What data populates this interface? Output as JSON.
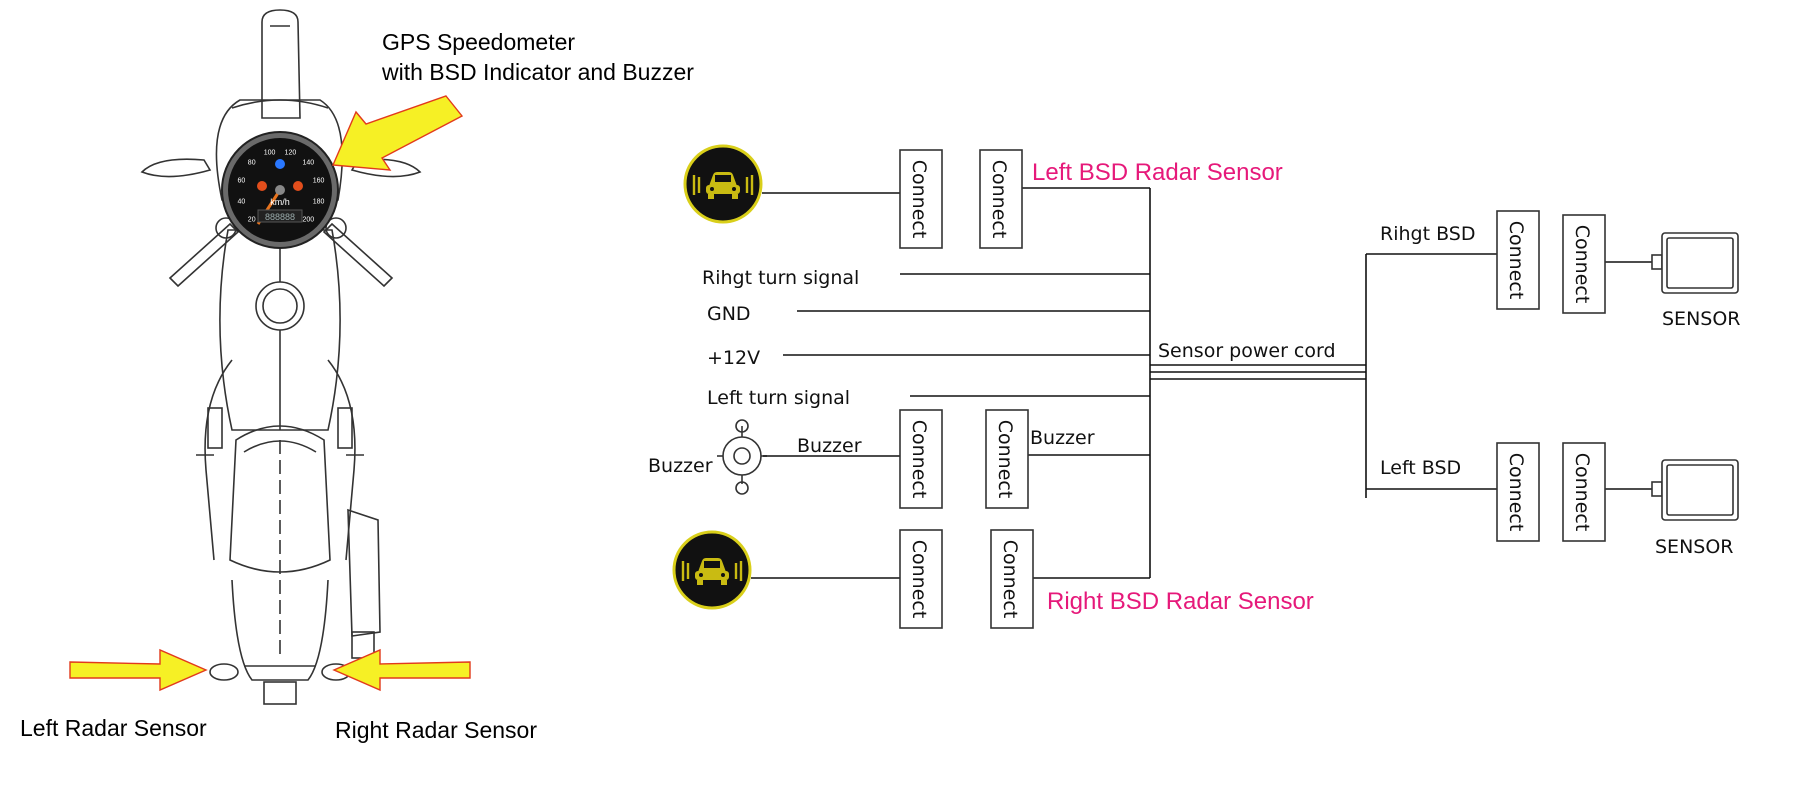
{
  "callouts": {
    "speedometer_line1": "GPS Speedometer",
    "speedometer_line2": "with BSD Indicator and Buzzer",
    "left_radar": "Left Radar Sensor",
    "right_radar": "Right Radar Sensor"
  },
  "gauge": {
    "unit": "km/h",
    "ticks": [
      "20",
      "40",
      "60",
      "80",
      "100",
      "120",
      "140",
      "160",
      "180",
      "200"
    ],
    "odometer": "888888"
  },
  "connector_label": "Connect",
  "wiring": {
    "left_bsd_radar": "Left BSD Radar Sensor",
    "right_bsd_radar": "Right BSD Radar Sensor",
    "right_turn": "Rihgt turn signal",
    "gnd": "GND",
    "plus12v": "+12V",
    "left_turn": "Left turn signal",
    "buzzer_device": "Buzzer",
    "buzzer_wire": "Buzzer",
    "buzzer_bus": "Buzzer",
    "sensor_power": "Sensor power cord",
    "right_bsd": "Rihgt BSD",
    "left_bsd": "Left BSD",
    "sensor_top": "SENSOR",
    "sensor_bottom": "SENSOR"
  },
  "colors": {
    "arrow_fill": "#f6f025",
    "arrow_stroke": "#e23a1c",
    "highlight_text": "#e6197a",
    "indicator_ring": "#d9cf1a"
  }
}
